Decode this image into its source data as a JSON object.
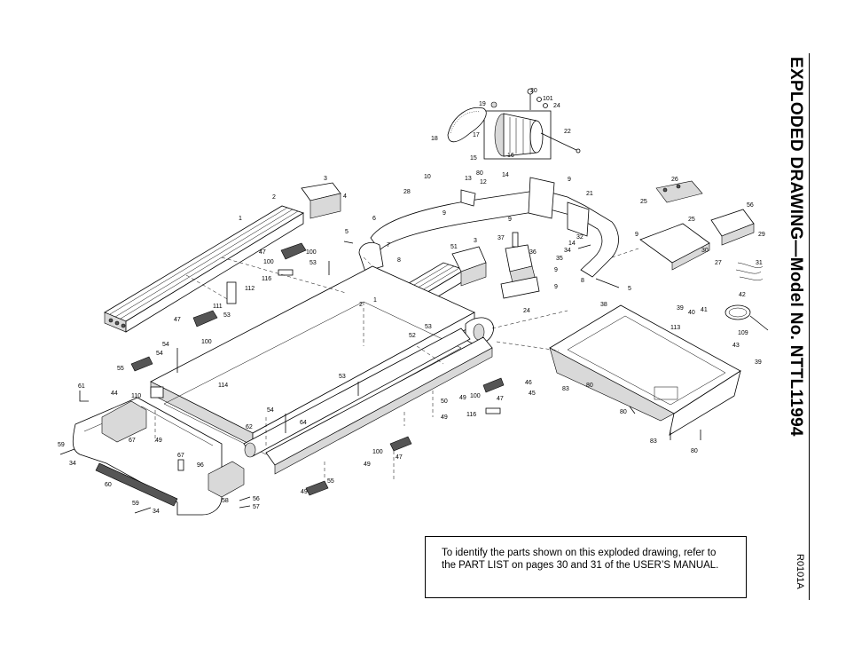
{
  "title": "EXPLODED DRAWING—Model No. NTTL11994",
  "drawing_code": "R0101A",
  "note": "To identify the parts shown on this exploded drawing, refer to the PART LIST on pages 30 and 31 of the USER’S MANUAL.",
  "callouts": [
    {
      "id": "c20",
      "text": "20"
    },
    {
      "id": "c101",
      "text": "101"
    },
    {
      "id": "c24a",
      "text": "24"
    },
    {
      "id": "c19",
      "text": "19"
    },
    {
      "id": "c22",
      "text": "22"
    },
    {
      "id": "c17",
      "text": "17"
    },
    {
      "id": "c18",
      "text": "18"
    },
    {
      "id": "c16",
      "text": "16"
    },
    {
      "id": "c15",
      "text": "15"
    },
    {
      "id": "c80",
      "text": "80"
    },
    {
      "id": "c14a",
      "text": "14"
    },
    {
      "id": "c12",
      "text": "12"
    },
    {
      "id": "c13",
      "text": "13"
    },
    {
      "id": "c10",
      "text": "10"
    },
    {
      "id": "c9a",
      "text": "9"
    },
    {
      "id": "c3a",
      "text": "3"
    },
    {
      "id": "c28",
      "text": "28"
    },
    {
      "id": "c4",
      "text": "4"
    },
    {
      "id": "c2a",
      "text": "2"
    },
    {
      "id": "c21",
      "text": "21"
    },
    {
      "id": "c9b",
      "text": "9"
    },
    {
      "id": "c9c",
      "text": "9"
    },
    {
      "id": "c26",
      "text": "26"
    },
    {
      "id": "c25a",
      "text": "25"
    },
    {
      "id": "c56",
      "text": "56"
    },
    {
      "id": "c25b",
      "text": "25"
    },
    {
      "id": "c1a",
      "text": "1"
    },
    {
      "id": "c6",
      "text": "6"
    },
    {
      "id": "c5a",
      "text": "5"
    },
    {
      "id": "c7",
      "text": "7"
    },
    {
      "id": "c37",
      "text": "37"
    },
    {
      "id": "c3b",
      "text": "3"
    },
    {
      "id": "c32",
      "text": "32"
    },
    {
      "id": "c9d",
      "text": "9"
    },
    {
      "id": "c29",
      "text": "29"
    },
    {
      "id": "c14b",
      "text": "14"
    },
    {
      "id": "c51",
      "text": "51"
    },
    {
      "id": "c36",
      "text": "36"
    },
    {
      "id": "c34a",
      "text": "34"
    },
    {
      "id": "c30",
      "text": "30"
    },
    {
      "id": "c47a",
      "text": "47"
    },
    {
      "id": "c100a",
      "text": "100"
    },
    {
      "id": "c8a",
      "text": "8"
    },
    {
      "id": "c35",
      "text": "35"
    },
    {
      "id": "c27",
      "text": "27"
    },
    {
      "id": "c31",
      "text": "31"
    },
    {
      "id": "c100b",
      "text": "100"
    },
    {
      "id": "c53a",
      "text": "53"
    },
    {
      "id": "c9e",
      "text": "9"
    },
    {
      "id": "c8b",
      "text": "8"
    },
    {
      "id": "c5b",
      "text": "5"
    },
    {
      "id": "c116a",
      "text": "116"
    },
    {
      "id": "c112",
      "text": "112"
    },
    {
      "id": "c9f",
      "text": "9"
    },
    {
      "id": "c24b",
      "text": "24"
    },
    {
      "id": "c42",
      "text": "42"
    },
    {
      "id": "c111",
      "text": "111"
    },
    {
      "id": "c2b",
      "text": "2"
    },
    {
      "id": "c1b",
      "text": "1"
    },
    {
      "id": "c38",
      "text": "38"
    },
    {
      "id": "c39a",
      "text": "39"
    },
    {
      "id": "c40",
      "text": "40"
    },
    {
      "id": "c41",
      "text": "41"
    },
    {
      "id": "c53b",
      "text": "53"
    },
    {
      "id": "c47b",
      "text": "47"
    },
    {
      "id": "c113",
      "text": "113"
    },
    {
      "id": "c109",
      "text": "109"
    },
    {
      "id": "c53c",
      "text": "53"
    },
    {
      "id": "c100c",
      "text": "100"
    },
    {
      "id": "c52",
      "text": "52"
    },
    {
      "id": "c43",
      "text": "43"
    },
    {
      "id": "c54a",
      "text": "54"
    },
    {
      "id": "c54b",
      "text": "54"
    },
    {
      "id": "c39b",
      "text": "39"
    },
    {
      "id": "c55a",
      "text": "55"
    },
    {
      "id": "c53d",
      "text": "53"
    },
    {
      "id": "c114",
      "text": "114"
    },
    {
      "id": "c46",
      "text": "46"
    },
    {
      "id": "c61",
      "text": "61"
    },
    {
      "id": "c83a",
      "text": "83"
    },
    {
      "id": "c80a",
      "text": "80"
    },
    {
      "id": "c44",
      "text": "44"
    },
    {
      "id": "c110",
      "text": "110"
    },
    {
      "id": "c49a",
      "text": "49"
    },
    {
      "id": "c100d",
      "text": "100"
    },
    {
      "id": "c45",
      "text": "45"
    },
    {
      "id": "c50",
      "text": "50"
    },
    {
      "id": "c47c",
      "text": "47"
    },
    {
      "id": "c54c",
      "text": "54"
    },
    {
      "id": "c49b",
      "text": "49"
    },
    {
      "id": "c116b",
      "text": "116"
    },
    {
      "id": "c80b",
      "text": "80"
    },
    {
      "id": "c64",
      "text": "64"
    },
    {
      "id": "c62",
      "text": "62"
    },
    {
      "id": "c67a",
      "text": "67"
    },
    {
      "id": "c49c",
      "text": "49"
    },
    {
      "id": "c83b",
      "text": "83"
    },
    {
      "id": "c59a",
      "text": "59"
    },
    {
      "id": "c100e",
      "text": "100"
    },
    {
      "id": "c80c",
      "text": "80"
    },
    {
      "id": "c67b",
      "text": "67"
    },
    {
      "id": "c47d",
      "text": "47"
    },
    {
      "id": "c34b",
      "text": "34"
    },
    {
      "id": "c96",
      "text": "96"
    },
    {
      "id": "c49d",
      "text": "49"
    },
    {
      "id": "c60",
      "text": "60"
    },
    {
      "id": "c55b",
      "text": "55"
    },
    {
      "id": "c49e",
      "text": "49"
    },
    {
      "id": "c58",
      "text": "58"
    },
    {
      "id": "c56b",
      "text": "56"
    },
    {
      "id": "c59b",
      "text": "59"
    },
    {
      "id": "c57",
      "text": "57"
    },
    {
      "id": "c34c",
      "text": "34"
    }
  ]
}
